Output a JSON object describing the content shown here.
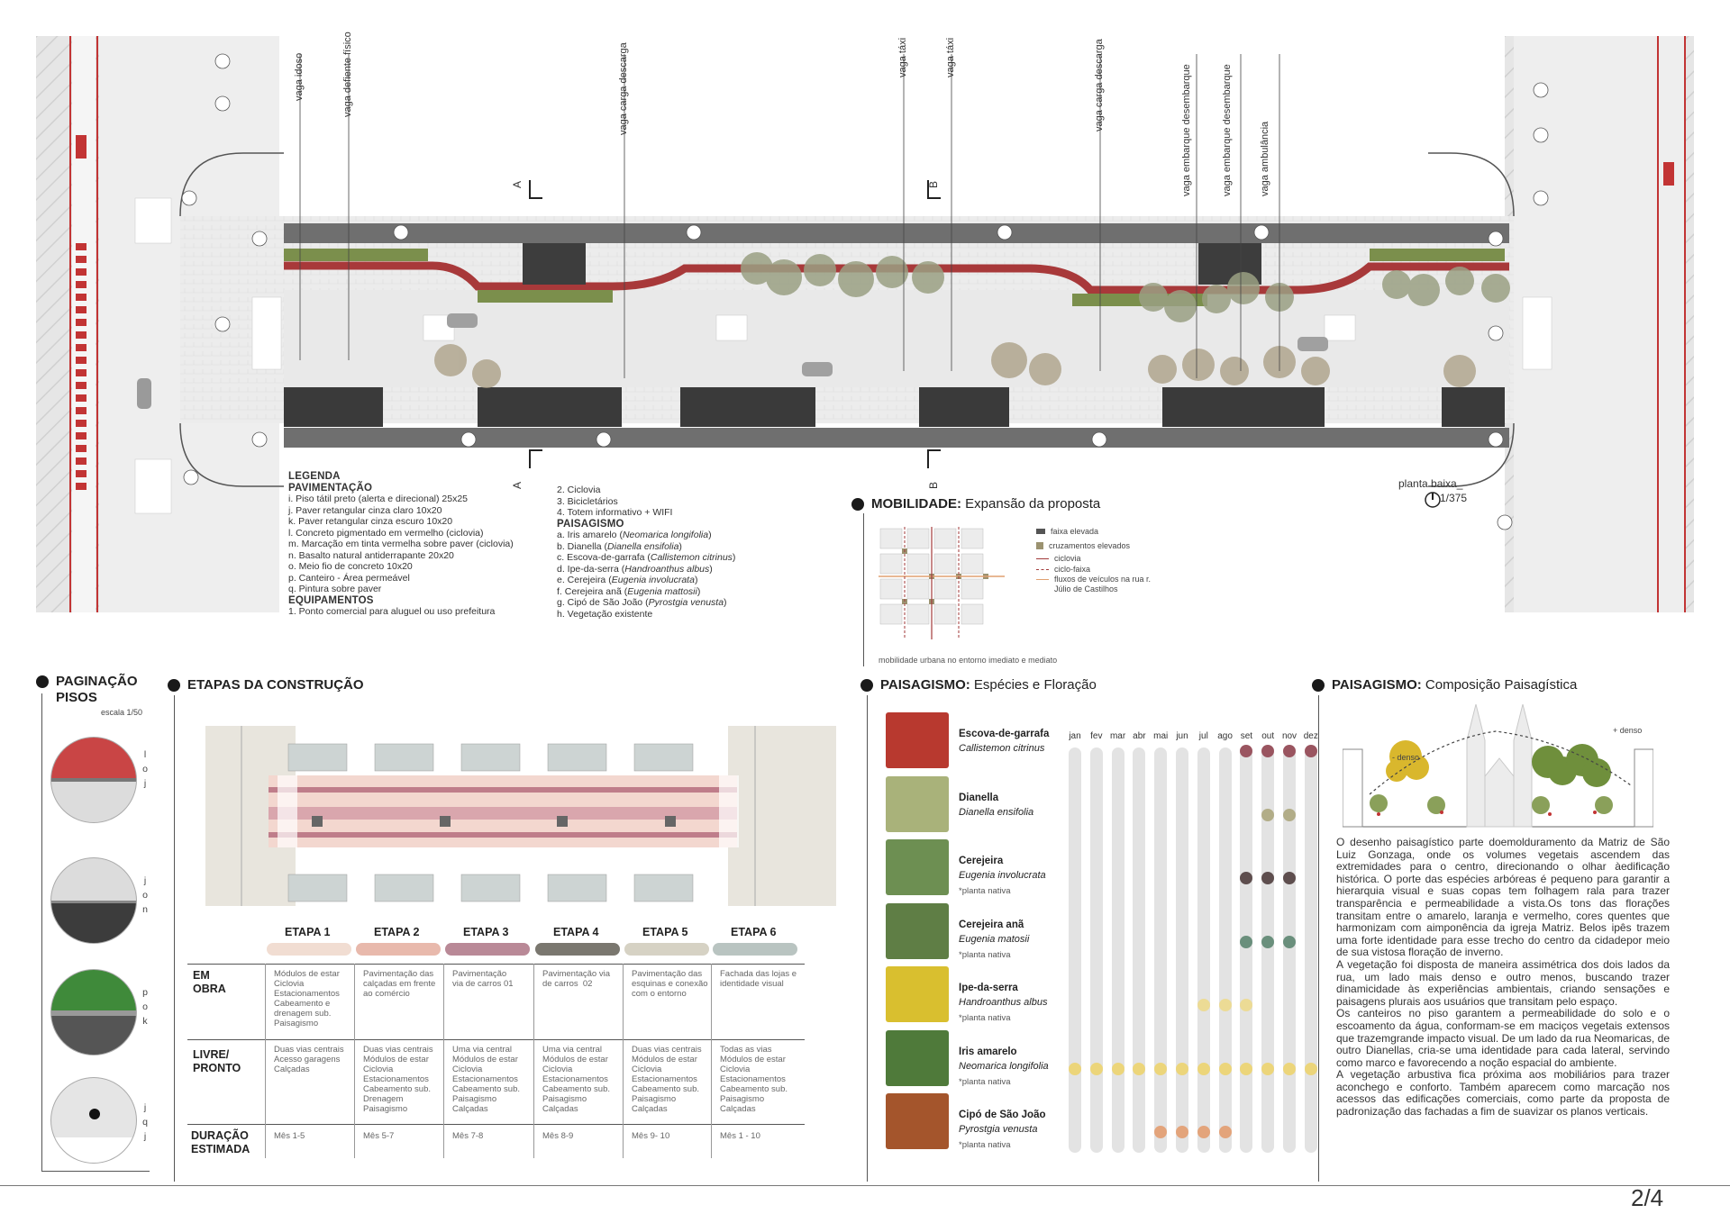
{
  "plan": {
    "vertical_labels": [
      "vaga idoso",
      "vaga defiente físico",
      "vaga carga descarga",
      "vaga táxi",
      "vaga táxi",
      "vaga carga descarga",
      "vaga embarque desembarque",
      "vaga embarque desembarque",
      "vaga ambulância"
    ],
    "section_marks": [
      "A",
      "A",
      "B",
      "B"
    ],
    "title": "planta baixa_",
    "scale": "1/375"
  },
  "legend": {
    "title": "LEGENDA",
    "paving_title": "PAVIMENTAÇÃO",
    "paving": [
      "i.  Piso tátil preto (alerta e direcional) 25x25",
      "j.  Paver retangular cinza claro  10x20",
      "k. Paver retangular cinza escuro 10x20",
      "l.  Concreto pigmentado em vermelho (ciclovia)",
      "m. Marcação em tinta vermelha sobre paver (ciclovia)",
      "n.  Basalto natural antiderrapante 20x20",
      "o.  Meio fio de concreto 10x20",
      "p.  Canteiro - Área permeável",
      "q.  Pintura sobre paver"
    ],
    "equip_title": "EQUIPAMENTOS",
    "equip": [
      "1.  Ponto comercial para aluguel ou uso prefeitura",
      "2.  Ciclovia",
      "3.  Bicicletários",
      "4.  Totem informativo + WIFI"
    ],
    "land_title": "PAISAGISMO",
    "land": [
      {
        "pre": "a.  Iris amarelo (",
        "sci": "Neomarica longifolia",
        "post": ")"
      },
      {
        "pre": "b.  Dianella (",
        "sci": "Dianella ensifolia",
        "post": ")"
      },
      {
        "pre": "c.  Escova-de-garrafa (",
        "sci": "Callistemon citrinus",
        "post": ")"
      },
      {
        "pre": "d.  Ipe-da-serra (",
        "sci": "Handroanthus albus",
        "post": ")"
      },
      {
        "pre": "e.  Cerejeira (",
        "sci": "Eugenia involucrata",
        "post": ")"
      },
      {
        "pre": "f.  Cerejeira anã (",
        "sci": "Eugenia mattosii",
        "post": ")"
      },
      {
        "pre": "g.  Cipó de São João (",
        "sci": "Pyrostgia venusta",
        "post": ")"
      },
      {
        "pre": "h.  Vegetação existente",
        "sci": "",
        "post": ""
      }
    ]
  },
  "mobility": {
    "title_bold": "MOBILIDADE:",
    "title_rest": " Expansão da proposta",
    "legend": [
      "faixa elevada",
      "cruzamentos elevados",
      "ciclovia",
      "ciclo-faixa",
      "fluxos de veículos na rua r. Júlio de Castilhos"
    ],
    "caption": "mobilidade urbana no entorno imediato e mediato",
    "colors": {
      "faixa": "#555555",
      "cruz": "#9b9270",
      "ciclovia": "#a23a3a",
      "ciclofaixa": "#a23a3a",
      "fluxo": "#e0a070"
    }
  },
  "paving": {
    "title_line1": "PAGINAÇÃO",
    "title_line2": "PISOS",
    "scale": "escala 1/50",
    "swatch_letters": [
      [
        "l",
        "o",
        "j"
      ],
      [
        "j",
        "o",
        "n"
      ],
      [
        "p",
        "o",
        "k"
      ],
      [
        "j",
        "q",
        "j"
      ]
    ]
  },
  "stages": {
    "title": "ETAPAS DA CONSTRUÇÃO",
    "labels": [
      "ETAPA 1",
      "ETAPA 2",
      "ETAPA 3",
      "ETAPA 4",
      "ETAPA 5",
      "ETAPA 6"
    ],
    "colors": [
      "#f1ddd2",
      "#e8b9ac",
      "#b98997",
      "#7a776f",
      "#d6d2c4",
      "#b9c4c1"
    ],
    "rows": [
      "EM\nOBRA",
      "LIVRE/\nPRONTO",
      "DURAÇÃO\nESTIMADA"
    ],
    "em_obra": [
      "Módulos de estar\nCiclovia\nEstacionamentos\nCabeamento e\ndrenagem sub.\nPaisagismo",
      "Pavimentação das\ncalçadas em frente\nao comércio",
      "Pavimentação\nvia de carros 01",
      "Pavimentação via\nde carros  02",
      "Pavimentação das\nesquinas e conexão\ncom o entorno",
      "Fachada das lojas e\nidentidade visual"
    ],
    "pronto": [
      "Duas vias centrais\nAcesso garagens\nCalçadas",
      "Duas vias centrais\nMódulos de estar\nCiclovia\nEstacionamentos\nCabeamento sub.\nDrenagem\nPaisagismo",
      "Uma via central\nMódulos de estar\nCiclovia\nEstacionamentos\nCabeamento sub.\nPaisagismo\nCalçadas",
      "Uma via central\nMódulos de estar\nCiclovia\nEstacionamentos\nCabeamento sub.\nPaisagismo\nCalçadas",
      "Duas vias centrais\nMódulos de estar\nCiclovia\nEstacionamentos\nCabeamento sub.\nPaisagismo\nCalçadas",
      "Todas as vias\nMódulos de estar\nCiclovia\nEstacionamentos\nCabeamento sub.\nPaisagismo\nCalçadas"
    ],
    "duration": [
      "Mês 1-5",
      "Mês 5-7",
      "Mês 7-8",
      "Mês 8-9",
      "Mês 9- 10",
      "Mês 1 - 10"
    ]
  },
  "species": {
    "title_bold": "PAISAGISMO:",
    "title_rest": " Espécies e Floração",
    "months": [
      "jan",
      "fev",
      "mar",
      "abr",
      "mai",
      "jun",
      "jul",
      "ago",
      "set",
      "out",
      "nov",
      "dez"
    ],
    "native_note": "*planta nativa",
    "items": [
      {
        "name": "Escova-de-garrafa",
        "sci": "Callistemon citrinus",
        "native": false,
        "color": "#9a5560",
        "bloom": [
          8,
          9,
          10,
          11
        ],
        "photo": "#b8392f"
      },
      {
        "name": "Dianella",
        "sci": "Dianella ensifolia",
        "native": false,
        "color": "#b2ad88",
        "bloom": [
          9,
          10
        ],
        "photo": "#a9b27a"
      },
      {
        "name": "Cerejeira",
        "sci": "Eugenia involucrata",
        "native": true,
        "color": "#5e4e4e",
        "bloom": [
          8,
          9,
          10
        ],
        "photo": "#6d8f52"
      },
      {
        "name": "Cerejeira anã",
        "sci": "Eugenia matosii",
        "native": true,
        "color": "#6a8f7c",
        "bloom": [
          8,
          9,
          10
        ],
        "photo": "#5f7e45"
      },
      {
        "name": "Ipe-da-serra",
        "sci": "Handroanthus albus",
        "native": true,
        "color": "#ecdb95",
        "bloom": [
          6,
          7,
          8
        ],
        "photo": "#d9bf2f"
      },
      {
        "name": "Iris amarelo",
        "sci": "Neomarica longifolia",
        "native": true,
        "color": "#ecd57a",
        "bloom": [
          0,
          1,
          2,
          3,
          4,
          5,
          6,
          7,
          8,
          9,
          10,
          11
        ],
        "photo": "#4f7a3a"
      },
      {
        "name": "Cipó de São João",
        "sci": "Pyrostgia venusta",
        "native": true,
        "color": "#e3a47b",
        "bloom": [
          4,
          5,
          6,
          7
        ],
        "photo": "#a4552c"
      }
    ]
  },
  "composition": {
    "title_bold": "PAISAGISMO:",
    "title_rest": " Composição Paisagística",
    "less_dense": "- denso",
    "more_dense": "+ denso",
    "text": "O desenho paisagístico parte doemolduramento da Matriz de São Luiz Gonzaga, onde os volumes vegetais ascendem das extremidades para o centro, direcionando o olhar àedificação histórica. O porte das espécies arbóreas é pequeno para garantir a hierarquia visual e suas copas tem folhagem rala para trazer transparência e permeabilidade a vista.Os tons das florações transitam entre o amarelo, laranja e vermelho, cores quentes que harmonizam com aimponência da igreja Matriz. Belos ipês trazem uma forte identidade para esse trecho do centro da cidadepor meio de sua vistosa floração de inverno.\nA vegetação foi disposta de maneira assimétrica dos dois lados da rua, um lado mais denso e outro menos, buscando trazer dinamicidade às experiências ambientais, criando sensações e paisagens plurais aos usuários que transitam pelo espaço.\nOs canteiros no piso garantem a permeabilidade do solo e o escoamento da água, conformam-se em maciços vegetais extensos que trazemgrande impacto visual. De um lado da rua Neomaricas, de outro Dianellas, cria-se uma identidade para cada lateral, servindo como marco e favorecendo a noção espacial do ambiente.\nA vegetação arbustiva fica próxima aos mobiliários para trazer aconchego e conforto. Também aparecem como marcação nos acessos das edificações comerciais, como parte da proposta de padronização das fachadas a fim de suavizar os planos verticais."
  },
  "page_number": "2/4"
}
